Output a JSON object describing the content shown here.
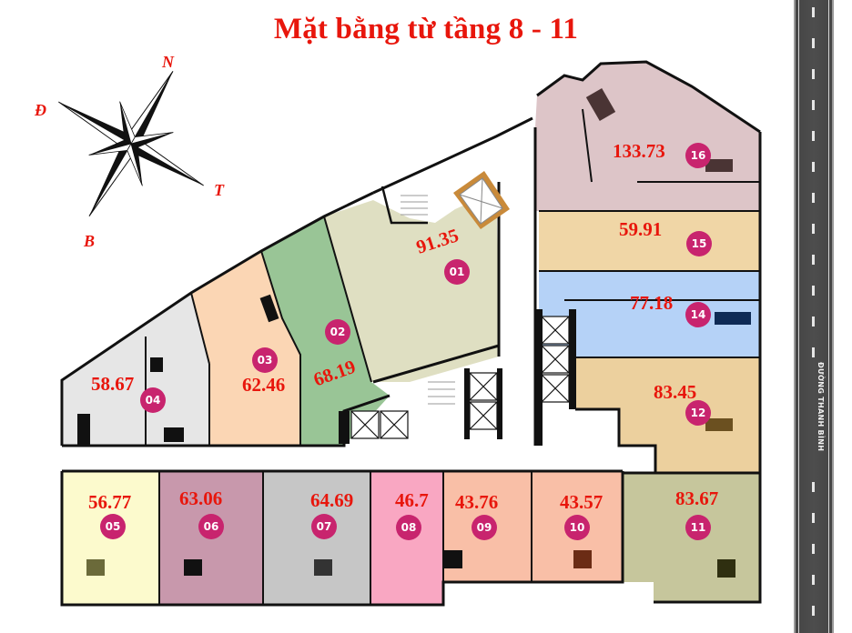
{
  "title": "Mặt bằng từ tầng 8 - 11",
  "compass": {
    "north": "N",
    "east": "Đ",
    "south": "B",
    "west": "T"
  },
  "road": {
    "name": "ĐƯỜNG THANH BÌNH"
  },
  "colors": {
    "title": "#e8160c",
    "area_label": "#e8160c",
    "badge": "#c8246e",
    "road": "#4a4a4a"
  },
  "units": [
    {
      "id": "01",
      "area": "91.35",
      "color": "#dfdfc2"
    },
    {
      "id": "02",
      "area": "68.19",
      "color": "#99c596"
    },
    {
      "id": "03",
      "area": "62.46",
      "color": "#fbd6b4"
    },
    {
      "id": "04",
      "area": "58.67",
      "color": "#e6e6e6"
    },
    {
      "id": "05",
      "area": "56.77",
      "color": "#fcfacd"
    },
    {
      "id": "06",
      "area": "63.06",
      "color": "#c898ac"
    },
    {
      "id": "07",
      "area": "64.69",
      "color": "#c6c6c6"
    },
    {
      "id": "08",
      "area": "46.7",
      "color": "#f9a7c2"
    },
    {
      "id": "09",
      "area": "43.76",
      "color": "#f9bfa7"
    },
    {
      "id": "10",
      "area": "43.57",
      "color": "#f9bfa7"
    },
    {
      "id": "11",
      "area": "83.67",
      "color": "#c6c69c"
    },
    {
      "id": "12",
      "area": "83.45",
      "color": "#ecd09e"
    },
    {
      "id": "14",
      "area": "77.18",
      "color": "#b5d2f7"
    },
    {
      "id": "15",
      "area": "59.91",
      "color": "#f0d6a6"
    },
    {
      "id": "16",
      "area": "133.73",
      "color": "#ddc5c8"
    }
  ]
}
